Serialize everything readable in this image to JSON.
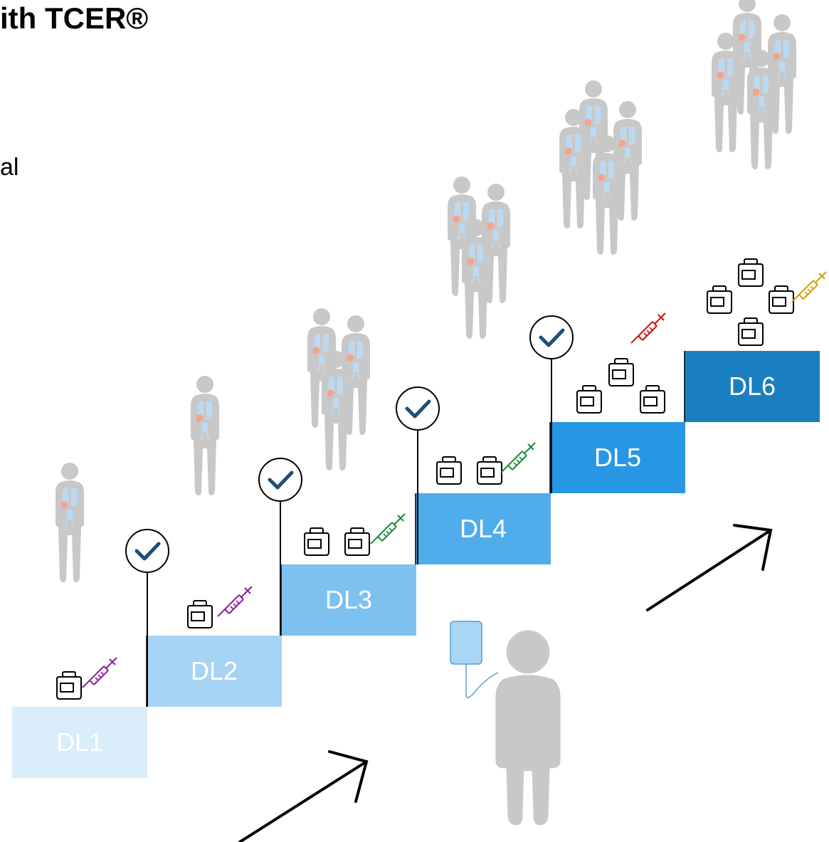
{
  "header": {
    "title": "ith TCER®",
    "subtitle_fragment": "al"
  },
  "steps": [
    {
      "label": "DL1",
      "color": "#d9edfb",
      "text_color": "#ffffff",
      "vials": 1,
      "syringe_color": "#8a1f9c",
      "patients_shown": 1,
      "checked": false
    },
    {
      "label": "DL2",
      "color": "#a7d3f5",
      "text_color": "#ffffff",
      "vials": 1,
      "syringe_color": "#8a1f9c",
      "patients_shown": 1,
      "checked": true
    },
    {
      "label": "DL3",
      "color": "#7cc1f0",
      "text_color": "#ffffff",
      "vials": 2,
      "syringe_color": "#1a8a3a",
      "patients_shown": 3,
      "checked": true
    },
    {
      "label": "DL4",
      "color": "#4fadec",
      "text_color": "#ffffff",
      "vials": 2,
      "syringe_color": "#1a8a3a",
      "patients_shown": 3,
      "checked": true
    },
    {
      "label": "DL5",
      "color": "#2897e3",
      "text_color": "#ffffff",
      "vials": 3,
      "syringe_color": "#d01010",
      "patients_shown": 4,
      "checked": true
    },
    {
      "label": "DL6",
      "color": "#1a7fc0",
      "text_color": "#ffffff",
      "vials": 4,
      "syringe_color": "#d4a000",
      "patients_shown": 4,
      "checked": false
    }
  ],
  "colors": {
    "check_mark": "#1f4e79",
    "person": "#c8c8c8",
    "organs": "#bcd9f2",
    "organ_accent": "#f2a58a",
    "arrow": "#000000",
    "iv_bag": "#a9d6f7"
  },
  "icons": [
    "check-icon",
    "vial-icon",
    "syringe-icon",
    "person-icon",
    "iv-bag-icon",
    "arrow-icon"
  ]
}
